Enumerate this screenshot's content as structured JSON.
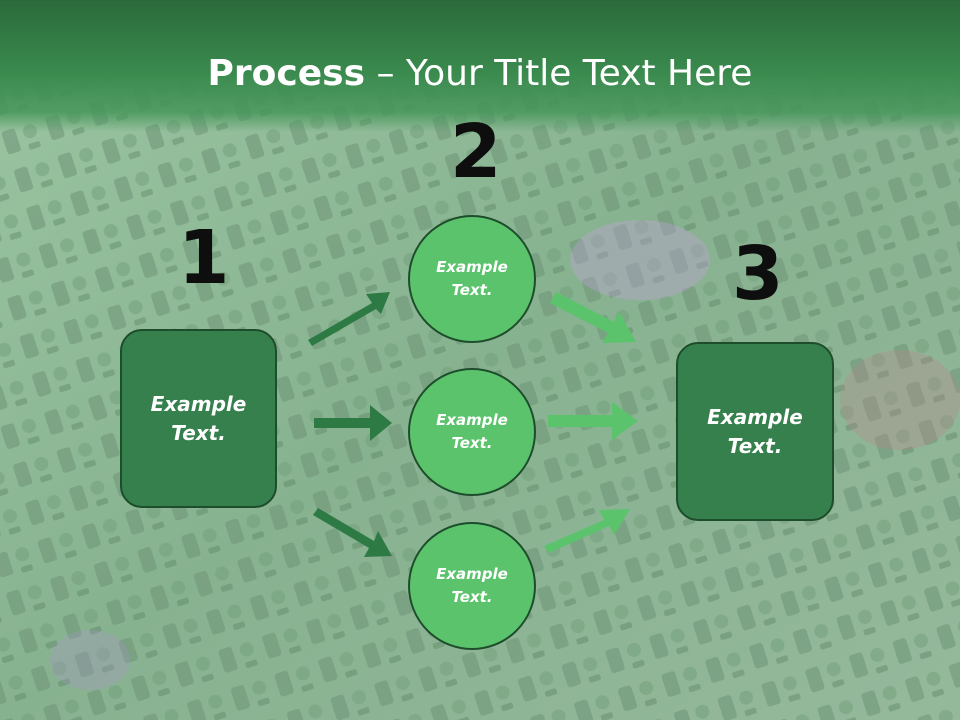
{
  "title": {
    "bold": "Process",
    "rest": " – Your Title Text Here"
  },
  "steps": [
    {
      "number": "1",
      "text_line1": "Example",
      "text_line2": "Text."
    },
    {
      "number": "2"
    },
    {
      "number": "3",
      "text_line1": "Example",
      "text_line2": "Text."
    }
  ],
  "circles": [
    {
      "text_line1": "Example",
      "text_line2": "Text."
    },
    {
      "text_line1": "Example",
      "text_line2": "Text."
    },
    {
      "text_line1": "Example",
      "text_line2": "Text."
    }
  ],
  "colors": {
    "header": "#2b6a3b",
    "box_fill": "#35804c",
    "circle_fill": "#5cc36d",
    "arrow_dark": "#2e7a45",
    "arrow_light": "#5cc36d"
  }
}
